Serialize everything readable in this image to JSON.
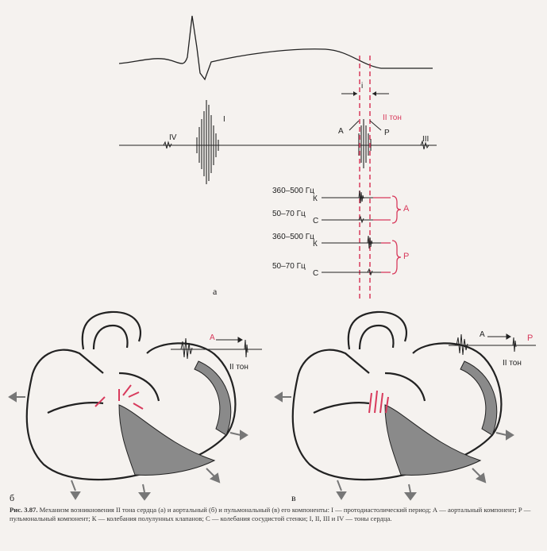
{
  "figure": {
    "panel_a": {
      "label": "а",
      "tone_I": "I",
      "tone_II": "II тон",
      "tone_III": "III",
      "tone_IV": "IV",
      "marker_A": "A",
      "marker_P": "P",
      "interval_i": "i",
      "freq_high_1": "360–500 Гц",
      "freq_low_1": "50–70 Гц",
      "freq_high_2": "360–500 Гц",
      "freq_low_2": "50–70 Гц",
      "comp_K_1": "К",
      "comp_C_1": "С",
      "comp_K_2": "К",
      "comp_C_2": "С",
      "brace_A": "A",
      "brace_P": "P"
    },
    "panel_b": {
      "label": "б",
      "marker_A": "A",
      "tone_II": "II тон"
    },
    "panel_c": {
      "label": "в",
      "marker_A": "A",
      "marker_P": "P",
      "tone_II": "II тон"
    },
    "caption": {
      "title": "Рис. 3.87.",
      "text": "Механизм возникновения II тона сердца (а) и аортальный (б) и пульмональный (в) его компоненты: I — протодиастолический период; А — аортальный компонент; Р — пульмональный компонент; К — колебания полулунных клапанов; С — колебания сосудистой стенки; I, II, III и IV — тоны сердца."
    },
    "colors": {
      "accent": "#d83a5c",
      "ink": "#222222",
      "fill": "#8a8a8a"
    }
  }
}
